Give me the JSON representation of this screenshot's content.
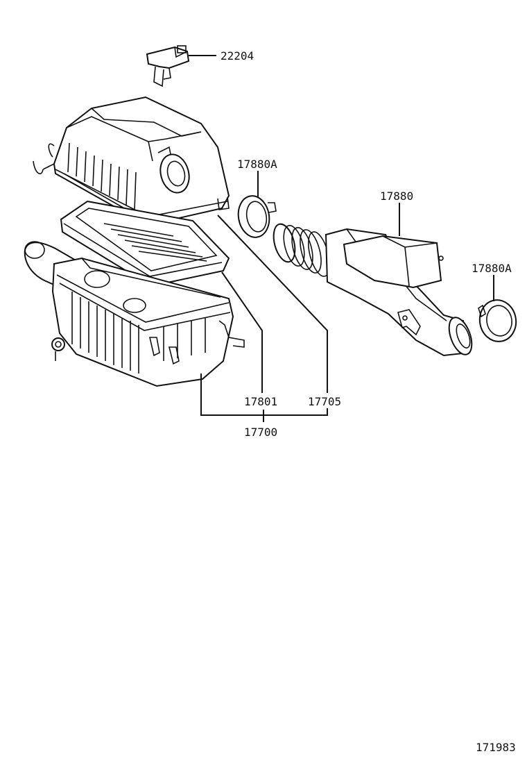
{
  "labels": {
    "sensor": "22204",
    "clamp_left": "17880A",
    "intake_hose": "17880",
    "clamp_right": "17880A",
    "filter_element": "17801",
    "case_cap": "17705",
    "assembly": "17700",
    "diagram_number": "171983"
  }
}
